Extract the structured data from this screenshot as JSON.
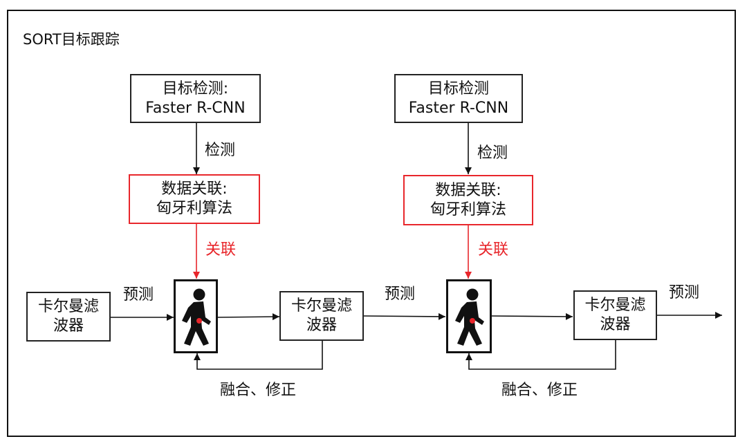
{
  "diagram": {
    "title": "SORT目标跟踪",
    "left_stage": {
      "detector": {
        "line1": "目标检测:",
        "line2": "Faster R-CNN"
      },
      "detect_label": "检测",
      "association": {
        "line1": "数据关联:",
        "line2": "匈牙利算法"
      },
      "associate_label": "关联"
    },
    "right_stage": {
      "detector": {
        "line1": "目标检测",
        "line2": "Faster R-CNN"
      },
      "detect_label": "检测",
      "association": {
        "line1": "数据关联:",
        "line2": "匈牙利算法"
      },
      "associate_label": "关联"
    },
    "kalman_filter_1": {
      "line1": "卡尔曼滤",
      "line2": "波器"
    },
    "kalman_filter_2": {
      "line1": "卡尔曼滤",
      "line2": "波器"
    },
    "kalman_filter_3": {
      "line1": "卡尔曼滤",
      "line2": "波器"
    },
    "predict_label_1": "预测",
    "predict_label_2": "预测",
    "predict_label_3": "预测",
    "fuse_label_1": "融合、修正",
    "fuse_label_2": "融合、修正",
    "tracked_object_icon": "walking-person-icon",
    "colors": {
      "highlight": "#e8262b",
      "stroke": "#111111"
    }
  }
}
